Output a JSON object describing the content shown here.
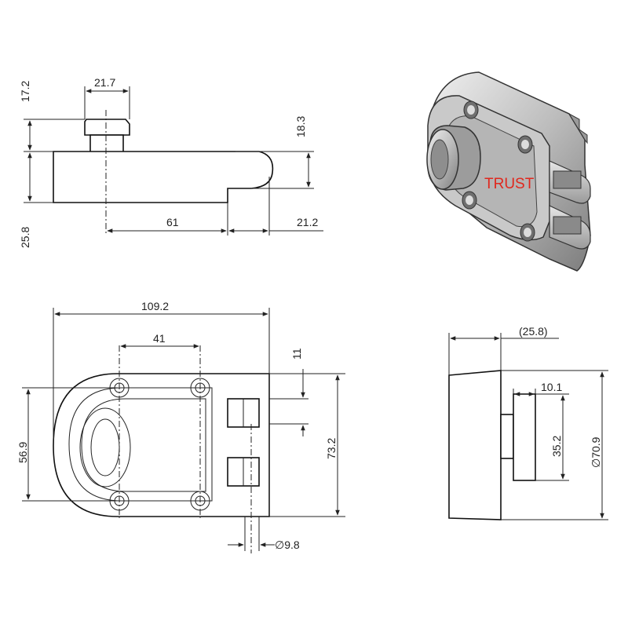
{
  "drawing": {
    "brand_label": "TRUST",
    "dims": {
      "top_width": "21.7",
      "top_height": "17.2",
      "right_height": "18.3",
      "left_height": "25.8",
      "length_61": "61",
      "length_21_2": "21.2",
      "total_width": "109.2",
      "hole_span": "41",
      "tab_height": "11",
      "body_height": "56.9",
      "overall_height": "73.2",
      "pin_diameter": "∅9.8",
      "side_depth": "(25.8)",
      "knob_width": "10.1",
      "knob_height": "35.2",
      "cylinder_diameter": "∅70.9"
    }
  },
  "colors": {
    "line": "#222222",
    "brand": "#e0281e",
    "shade_light": "#d9d9d9",
    "shade_dark": "#8a8a8a"
  }
}
